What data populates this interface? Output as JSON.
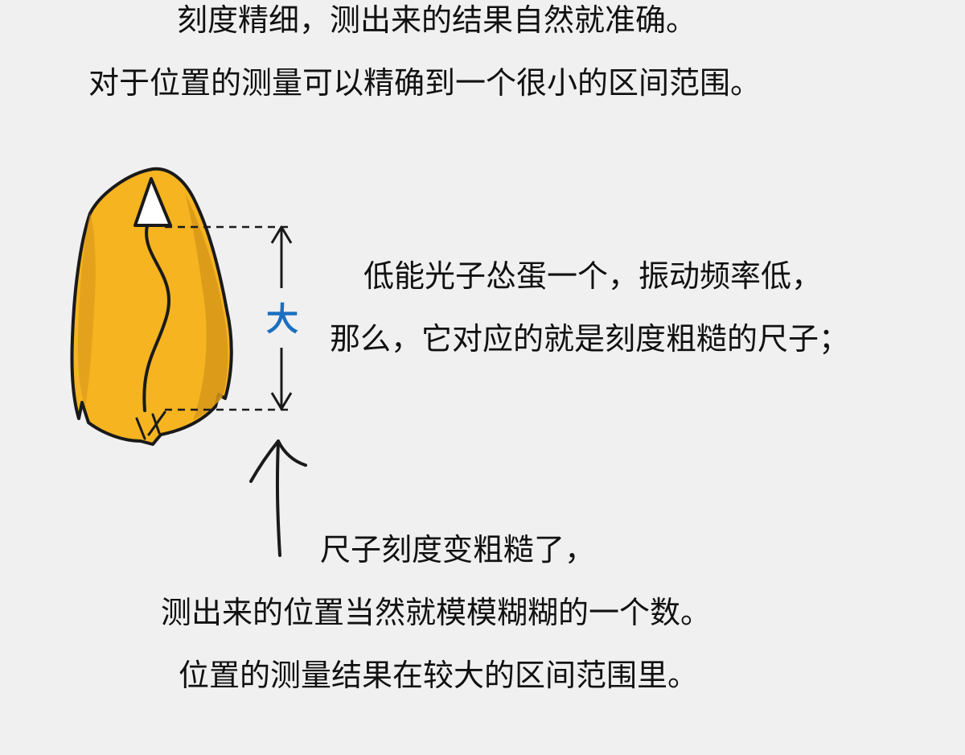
{
  "top_text": {
    "line1": "刻度精细，测出来的结果自然就准确。",
    "line2": "对于位置的测量可以精确到一个很小的区间范围。"
  },
  "illustration": {
    "marker_label": "大",
    "marker_color": "#1a6fc0",
    "egg_fill": "#f5b420",
    "egg_shadow": "#d8961a",
    "outline_color": "#1a1a1a"
  },
  "side_text": {
    "line1": "低能光子怂蛋一个，振动频率低，",
    "line2": "那么，它对应的就是刻度粗糙的尺子；"
  },
  "bottom_text": {
    "line1": "尺子刻度变粗糙了，",
    "line2": "测出来的位置当然就模模糊糊的一个数。",
    "line3": "位置的测量结果在较大的区间范围里。"
  }
}
